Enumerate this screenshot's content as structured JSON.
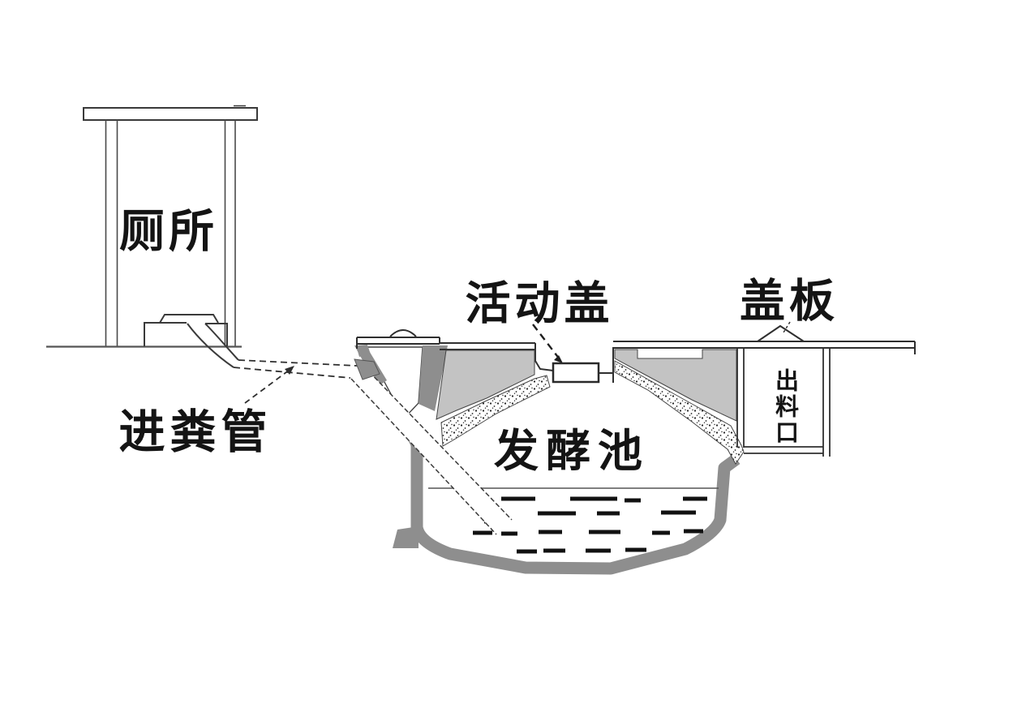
{
  "labels": {
    "toilet": "厕所",
    "inlet_pipe": "进粪管",
    "movable_cover": "活动盖",
    "cover_plate": "盖板",
    "fermentation_tank": "发酵池",
    "outlet_port": "出料口"
  },
  "colors": {
    "background": "#ffffff",
    "outline": "#3a3a3a",
    "wall_dark_gray": "#8e8e8e",
    "concrete_light_gray": "#c3c3c3",
    "text": "#141414"
  }
}
